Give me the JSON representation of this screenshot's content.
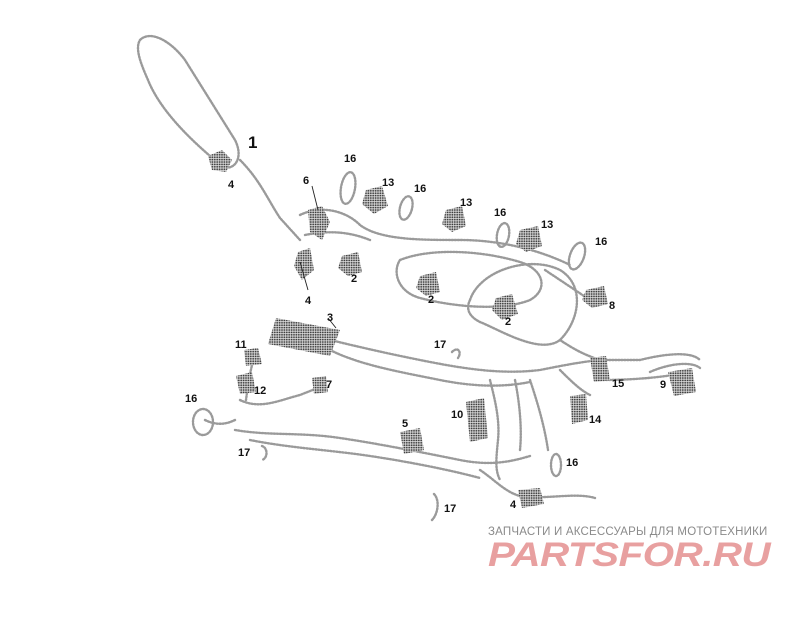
{
  "diagram": {
    "callouts": [
      {
        "id": "c1",
        "text": "1",
        "main": true
      },
      {
        "id": "c4a",
        "text": "4"
      },
      {
        "id": "c16a",
        "text": "16"
      },
      {
        "id": "c6",
        "text": "6"
      },
      {
        "id": "c13a",
        "text": "13"
      },
      {
        "id": "c16b",
        "text": "16"
      },
      {
        "id": "c13b",
        "text": "13"
      },
      {
        "id": "c16c",
        "text": "16"
      },
      {
        "id": "c13c",
        "text": "13"
      },
      {
        "id": "c16d",
        "text": "16"
      },
      {
        "id": "c2a",
        "text": "2"
      },
      {
        "id": "c4b",
        "text": "4"
      },
      {
        "id": "c2b",
        "text": "2"
      },
      {
        "id": "c2c",
        "text": "2"
      },
      {
        "id": "c8",
        "text": "8"
      },
      {
        "id": "c3",
        "text": "3"
      },
      {
        "id": "c17a",
        "text": "17"
      },
      {
        "id": "c11",
        "text": "11"
      },
      {
        "id": "c12",
        "text": "12"
      },
      {
        "id": "c7",
        "text": "7"
      },
      {
        "id": "c15",
        "text": "15"
      },
      {
        "id": "c9",
        "text": "9"
      },
      {
        "id": "c16e",
        "text": "16"
      },
      {
        "id": "c10",
        "text": "10"
      },
      {
        "id": "c14",
        "text": "14"
      },
      {
        "id": "c5",
        "text": "5"
      },
      {
        "id": "c17b",
        "text": "17"
      },
      {
        "id": "c16f",
        "text": "16"
      },
      {
        "id": "c4c",
        "text": "4"
      },
      {
        "id": "c17c",
        "text": "17"
      }
    ]
  },
  "watermark": {
    "tagline": "ЗАПЧАСТИ И АКСЕССУАРЫ ДЛЯ МОТОТЕХНИКИ",
    "logo_text": "PARTSFOR.RU",
    "logo_color": "#e8a0a0"
  }
}
